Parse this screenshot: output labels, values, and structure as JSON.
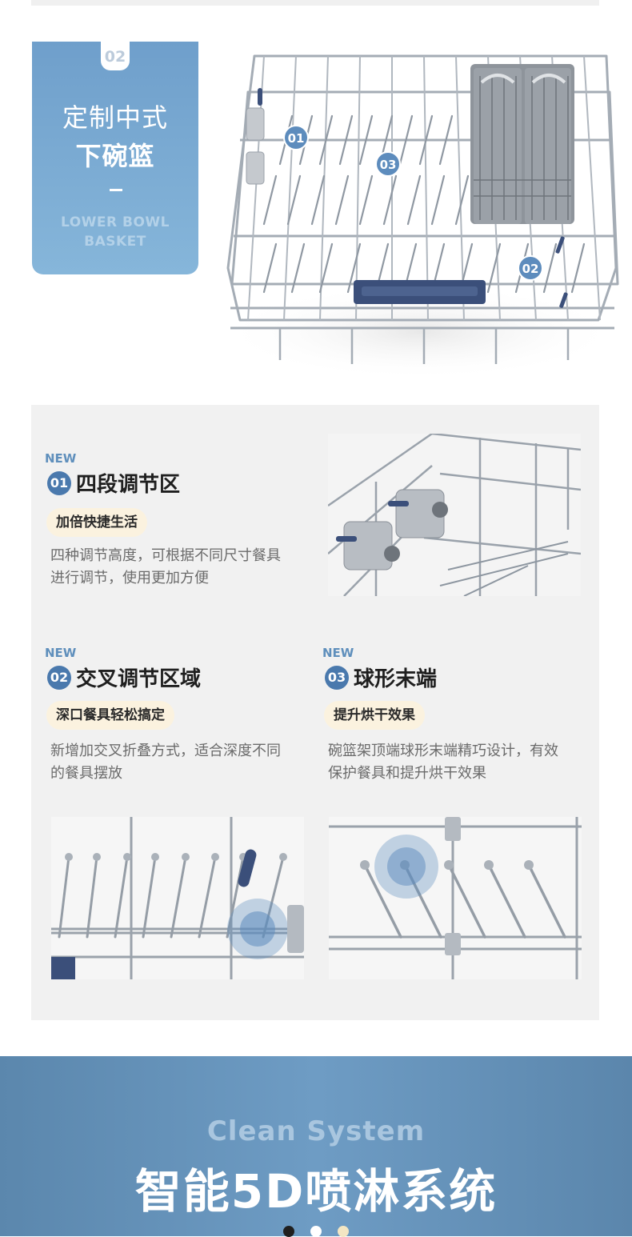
{
  "header_tag": {
    "number": "02",
    "title_line1": "定制中式",
    "title_line2": "下碗篮",
    "dash": "—",
    "en_line1": "LOWER BOWL",
    "en_line2": "BASKET"
  },
  "basket_markers": [
    "01",
    "03",
    "02"
  ],
  "features": [
    {
      "new": "NEW",
      "num": "01",
      "title": "四段调节区",
      "pill": "加倍快捷生活",
      "desc1": "四种调节高度，可根据不同尺寸餐具",
      "desc2": "进行调节，使用更加方便"
    },
    {
      "new": "NEW",
      "num": "02",
      "title": "交叉调节区域",
      "pill": "深口餐具轻松搞定",
      "desc1": "新增加交叉折叠方式，适合深度不同",
      "desc2": "的餐具摆放"
    },
    {
      "new": "NEW",
      "num": "03",
      "title": "球形末端",
      "pill": "提升烘干效果",
      "desc1": "碗篮架顶端球形末端精巧设计，有效",
      "desc2": "保护餐具和提升烘干效果"
    }
  ],
  "banner": {
    "en": "Clean System",
    "cn": "智能5D喷淋系统"
  },
  "colors": {
    "accent_blue": "#4a79ad",
    "tag_blue": "#7aaad3",
    "pill_bg": "#fbf2df",
    "panel_bg": "#f1f1f1",
    "wire": "#9aa3ad",
    "handle": "#3b4f7a"
  }
}
